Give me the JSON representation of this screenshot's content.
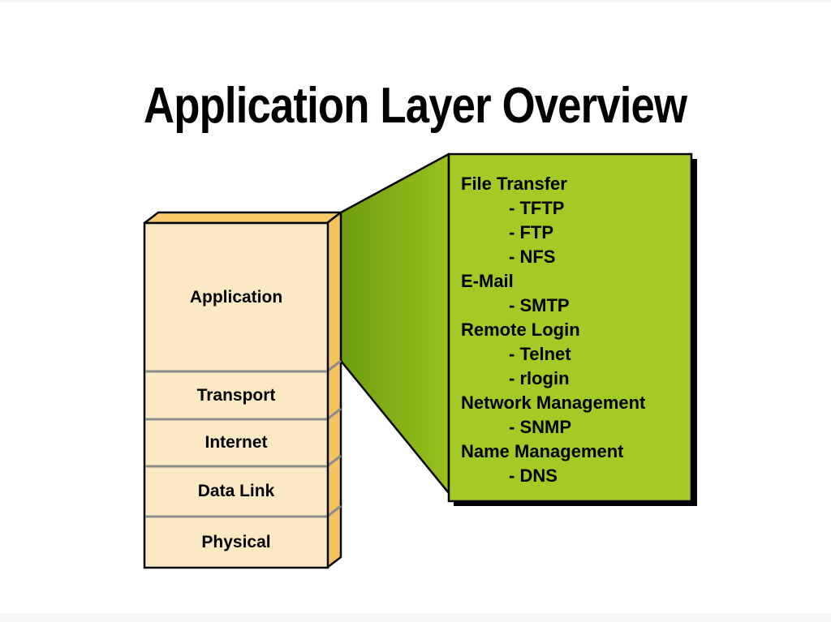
{
  "slide": {
    "title": "Application Layer Overview"
  },
  "stack": {
    "layers": [
      {
        "label": "Application"
      },
      {
        "label": "Transport"
      },
      {
        "label": "Internet"
      },
      {
        "label": "Data Link"
      },
      {
        "label": "Physical"
      }
    ]
  },
  "protocol_box": {
    "item_prefix": "- ",
    "categories": [
      {
        "label": "File Transfer",
        "items": [
          "TFTP",
          "FTP",
          "NFS"
        ]
      },
      {
        "label": "E-Mail",
        "items": [
          "SMTP"
        ]
      },
      {
        "label": "Remote Login",
        "items": [
          "Telnet",
          "rlogin"
        ]
      },
      {
        "label": "Network Management",
        "items": [
          "SNMP"
        ]
      },
      {
        "label": "Name Management",
        "items": [
          "DNS"
        ]
      }
    ]
  },
  "colors": {
    "stack_front": "#FBE9C4",
    "stack_top": "#F8CB68",
    "stack_side": "#F6C45E",
    "divider_gray": "#8C8C8C",
    "box_green": "#A4CB25",
    "wedge_green_dark": "#6E9E0E",
    "wedge_green_light": "#97C11F",
    "outline_black": "#000000",
    "shadow_black": "#000000",
    "page_edge_gray": "#F6F6F8",
    "background": "#FFFFFF"
  }
}
